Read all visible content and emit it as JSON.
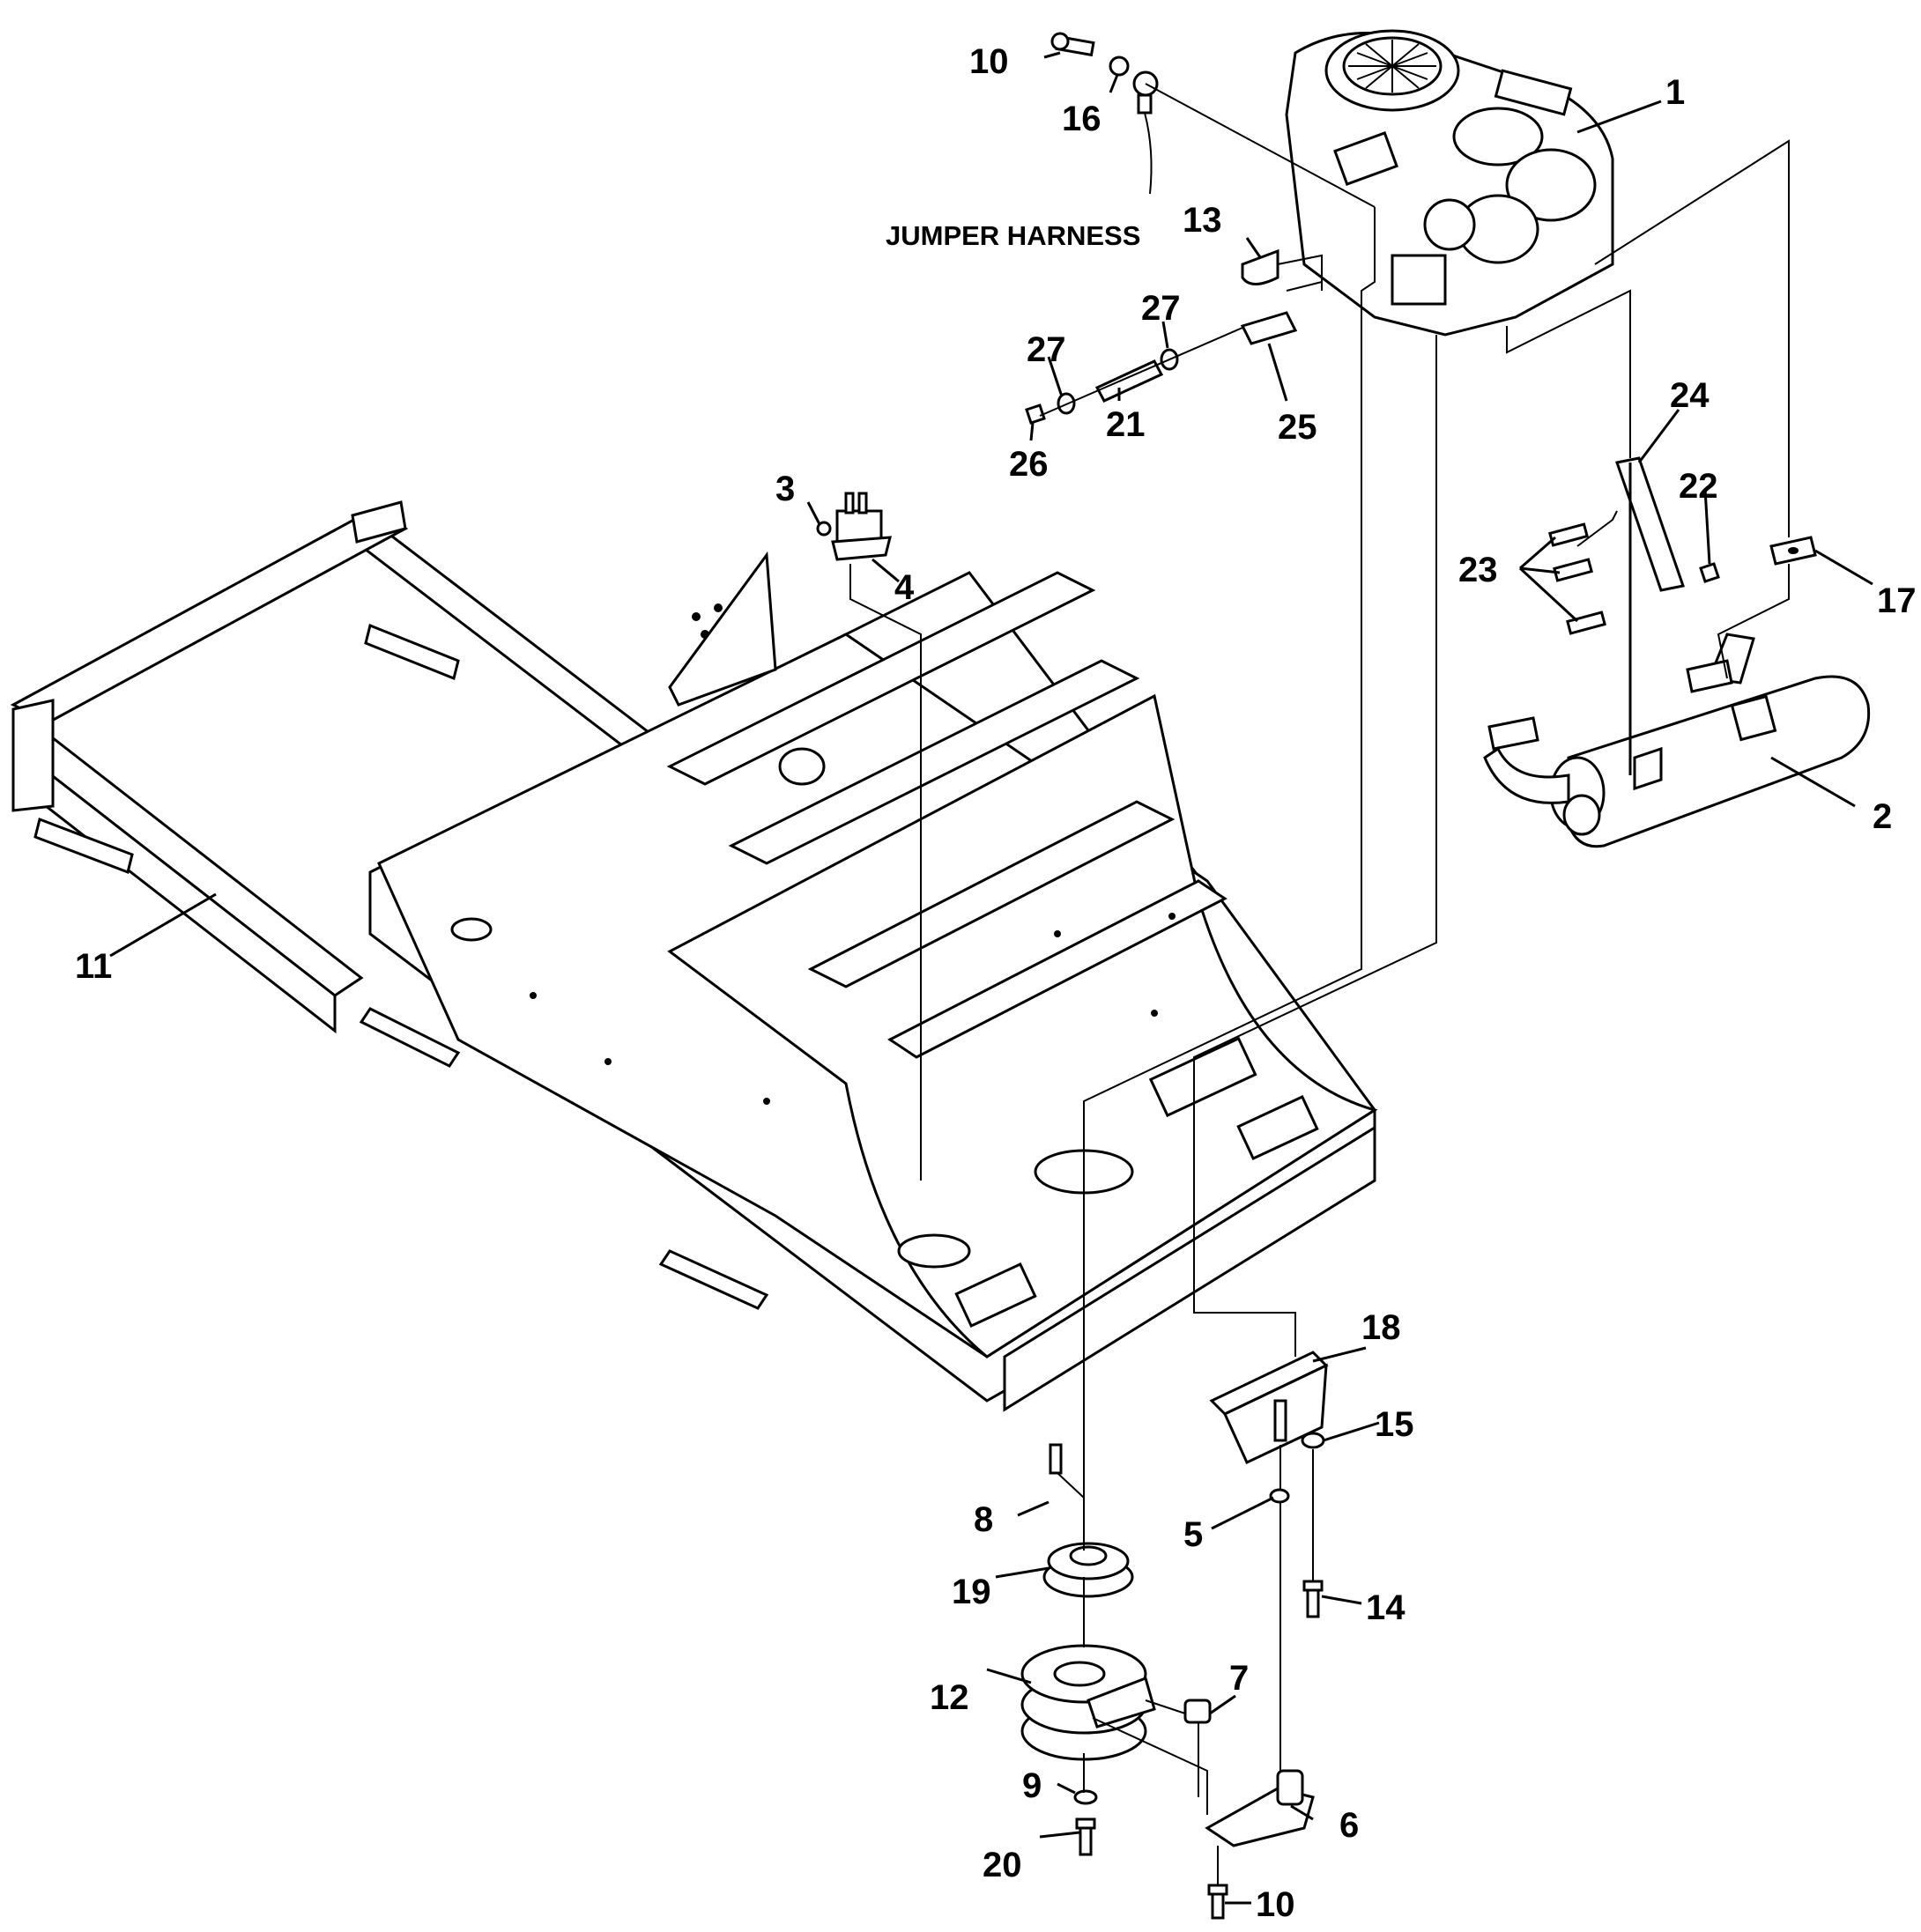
{
  "note": "JUMPER HARNESS",
  "callouts": {
    "c1": "1",
    "c2": "2",
    "c3": "3",
    "c4": "4",
    "c5": "5",
    "c6": "6",
    "c7": "7",
    "c8": "8",
    "c9": "9",
    "c10a": "10",
    "c10b": "10",
    "c11": "11",
    "c12": "12",
    "c13": "13",
    "c14": "14",
    "c15": "15",
    "c16": "16",
    "c17": "17",
    "c18": "18",
    "c19": "19",
    "c20": "20",
    "c21": "21",
    "c22": "22",
    "c23": "23",
    "c24": "24",
    "c25": "25",
    "c26": "26",
    "c27a": "27",
    "c27b": "27"
  }
}
